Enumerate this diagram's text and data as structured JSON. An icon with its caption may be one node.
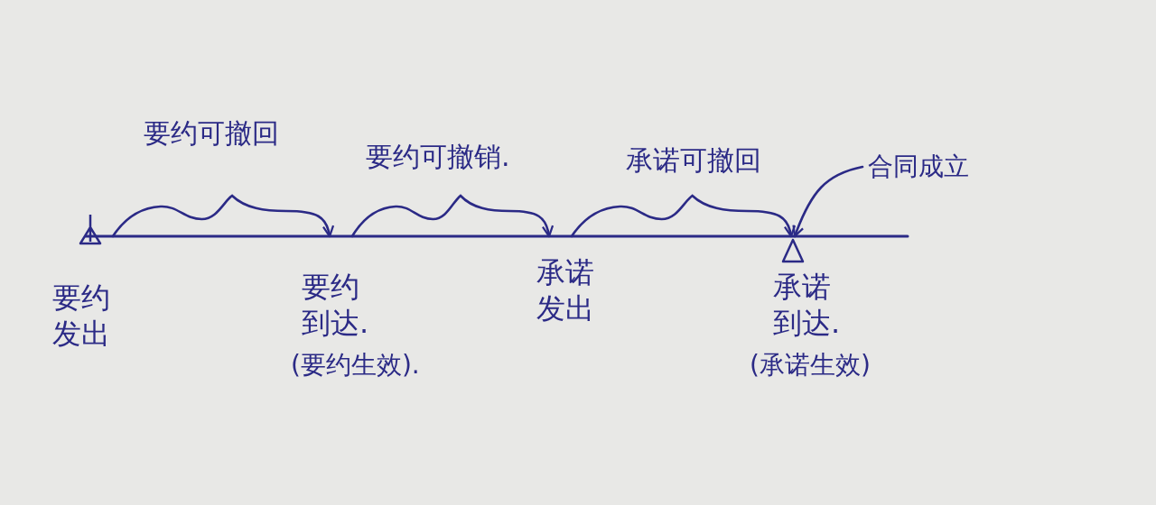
{
  "diagram": {
    "nodes": [
      {
        "text": [
          "要约发出"
        ]
      },
      {
        "text": [
          "要约到达.",
          "(要约生效)."
        ]
      },
      {
        "text": [
          "承诺发出"
        ]
      },
      {
        "text": [
          "承诺到达.",
          "(承诺生效)"
        ]
      },
      {
        "text": [
          "合同成立"
        ]
      }
    ],
    "edges": [
      {
        "from": 0,
        "to": 1,
        "arrow": "to",
        "label": "要约可撤回"
      },
      {
        "from": 1,
        "to": 2,
        "arrow": "to",
        "label": "要约可撤销."
      },
      {
        "from": 2,
        "to": 3,
        "arrow": "to",
        "label": "承诺可撤回"
      },
      {
        "from": 4,
        "to": 3,
        "arrow": "to"
      }
    ]
  }
}
